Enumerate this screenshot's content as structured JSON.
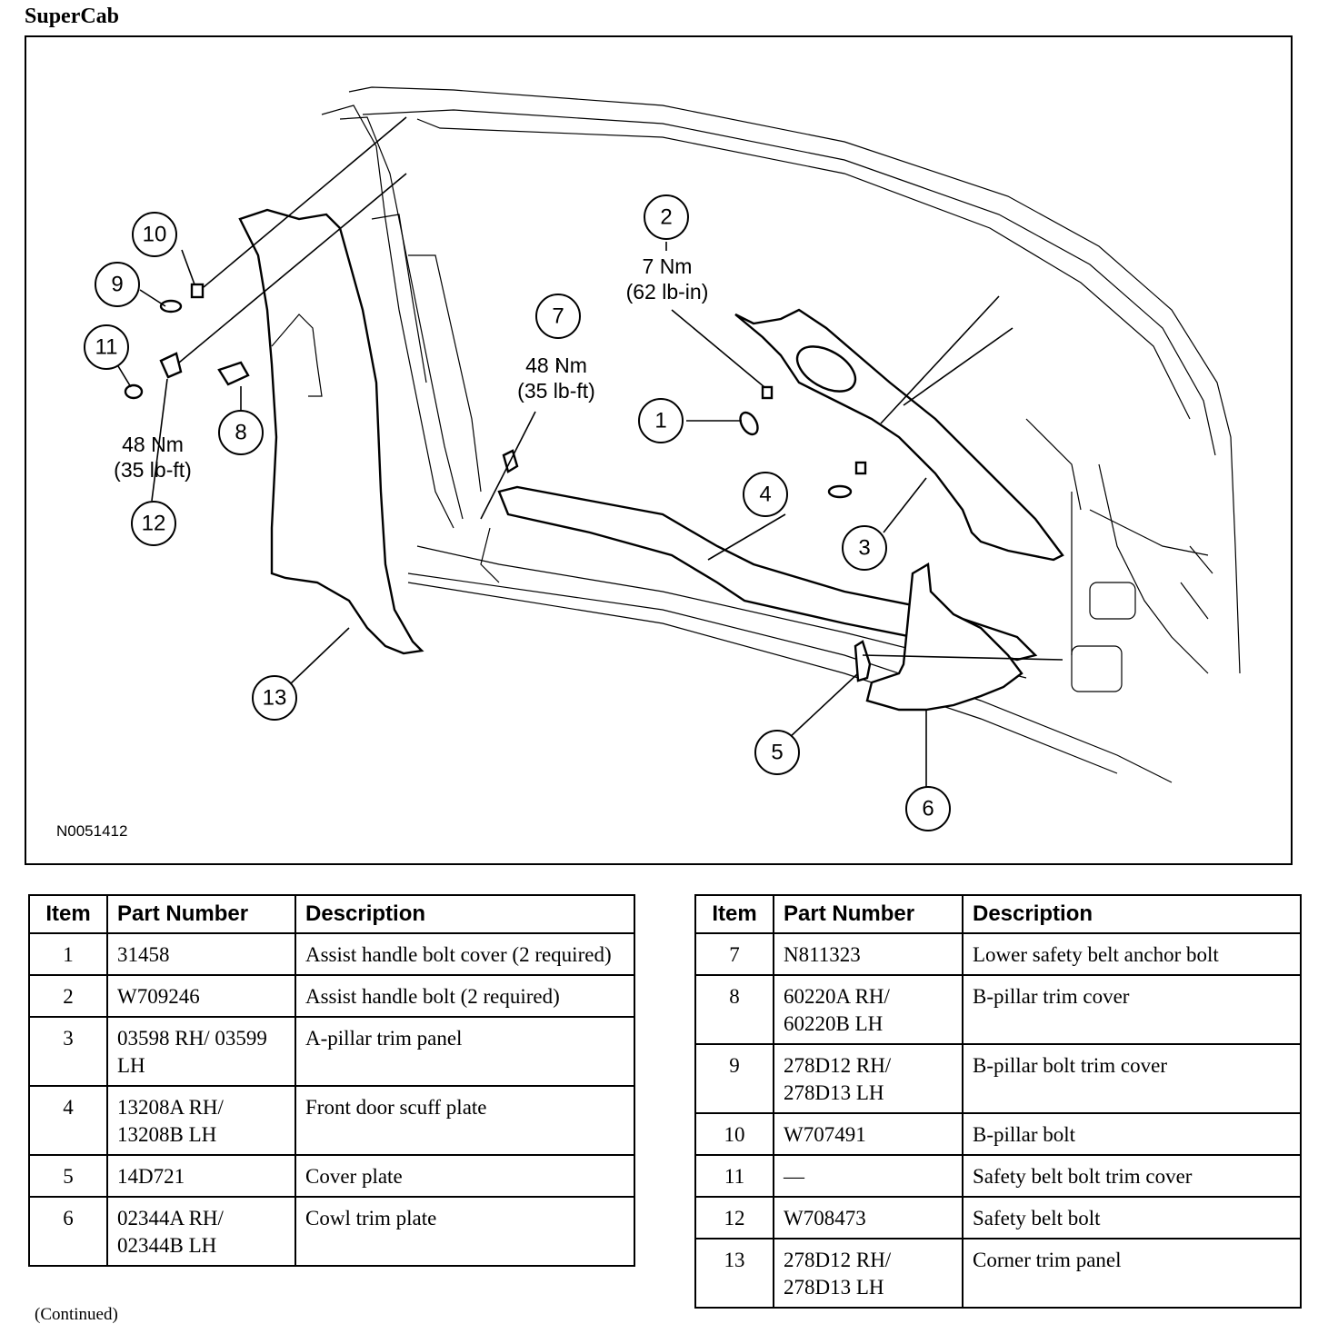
{
  "heading": "SuperCab",
  "figure": {
    "code": "N0051412",
    "callouts": [
      "1",
      "2",
      "3",
      "4",
      "5",
      "6",
      "7",
      "8",
      "9",
      "10",
      "11",
      "12",
      "13"
    ],
    "torque": {
      "item2_line1": "7 Nm",
      "item2_line2": "(62 lb-in)",
      "item7_line1": "48 Nm",
      "item7_line2": "(35 lb-ft)",
      "item12_line1": "48 Nm",
      "item12_line2": "(35 lb-ft)"
    }
  },
  "table_headers": {
    "item": "Item",
    "part_number": "Part Number",
    "description": "Description"
  },
  "table_left": [
    {
      "item": "1",
      "part_number": "31458",
      "description": "Assist handle bolt cover (2 required)"
    },
    {
      "item": "2",
      "part_number": "W709246",
      "description": "Assist handle bolt (2 required)"
    },
    {
      "item": "3",
      "part_number": "03598 RH/ 03599 LH",
      "description": "A-pillar trim panel"
    },
    {
      "item": "4",
      "part_number": "13208A RH/ 13208B LH",
      "description": "Front door scuff plate"
    },
    {
      "item": "5",
      "part_number": "14D721",
      "description": "Cover plate"
    },
    {
      "item": "6",
      "part_number": "02344A RH/ 02344B LH",
      "description": "Cowl trim plate"
    }
  ],
  "table_right": [
    {
      "item": "7",
      "part_number": "N811323",
      "description": "Lower safety belt anchor bolt"
    },
    {
      "item": "8",
      "part_number": "60220A RH/ 60220B LH",
      "description": "B-pillar trim cover"
    },
    {
      "item": "9",
      "part_number": "278D12 RH/ 278D13 LH",
      "description": "B-pillar bolt trim cover"
    },
    {
      "item": "10",
      "part_number": "W707491",
      "description": "B-pillar bolt"
    },
    {
      "item": "11",
      "part_number": "—",
      "description": "Safety belt bolt trim cover"
    },
    {
      "item": "12",
      "part_number": "W708473",
      "description": "Safety belt bolt"
    },
    {
      "item": "13",
      "part_number": "278D12 RH/ 278D13 LH",
      "description": "Corner trim panel"
    }
  ],
  "footer": "(Continued)"
}
